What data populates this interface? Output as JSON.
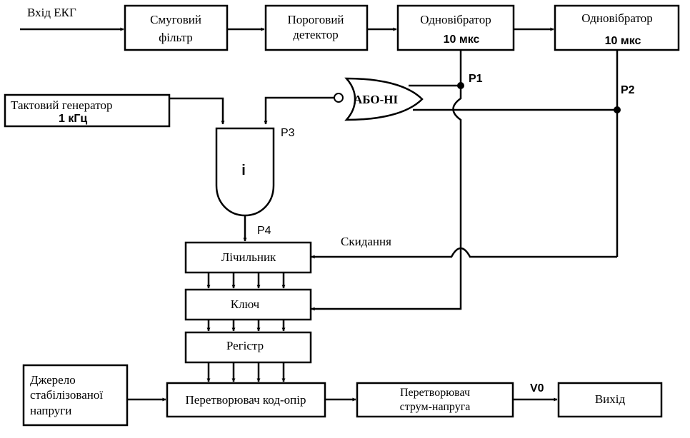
{
  "input_label": "Вхід ЕКГ",
  "blocks": {
    "filter": [
      "Смуговий",
      "фільтр"
    ],
    "detector": [
      "Пороговий",
      "детектор"
    ],
    "oneshot1": {
      "title": "Одновібратор",
      "value": "10 мкс"
    },
    "oneshot2": {
      "title": "Одновібратор",
      "value": "10 мкс"
    },
    "clock": {
      "title": "Тактовий генератор",
      "value": "1 кГц"
    },
    "nor_gate": "АБО-НІ",
    "and_gate": "і",
    "counter": "Лічильник",
    "key": "Ключ",
    "register": "Регістр",
    "voltage_source": [
      "Джерело",
      "стабілізованої",
      "напруги"
    ],
    "dac": "Перетворювач код-опір",
    "iv_converter": [
      "Перетворювач",
      "струм-напруга"
    ],
    "output": "Вихід"
  },
  "signals": {
    "p1": "P1",
    "p2": "P2",
    "p3": "P3",
    "p4": "P4",
    "reset": "Скидання",
    "v0": "V0"
  }
}
